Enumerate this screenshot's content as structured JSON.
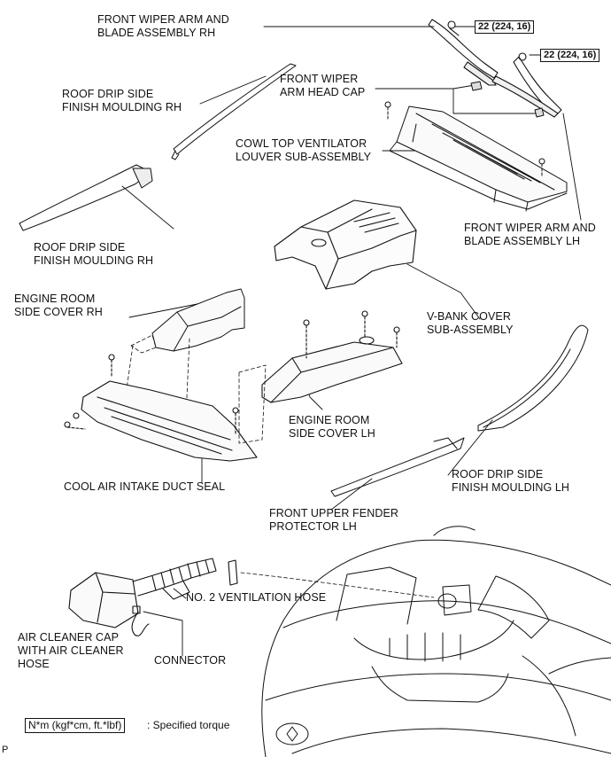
{
  "labels": {
    "wiper_rh": [
      "FRONT WIPER ARM AND",
      "BLADE ASSEMBLY RH"
    ],
    "roof_drip_rh_top": [
      "ROOF DRIP SIDE",
      "FINISH MOULDING RH"
    ],
    "wiper_cap": [
      "FRONT WIPER",
      "ARM HEAD CAP"
    ],
    "cowl_louver": [
      "COWL TOP VENTILATOR",
      "LOUVER SUB-ASSEMBLY"
    ],
    "wiper_lh": [
      "FRONT WIPER ARM AND",
      "BLADE ASSEMBLY LH"
    ],
    "roof_drip_rh_bottom": [
      "ROOF DRIP SIDE",
      "FINISH MOULDING RH"
    ],
    "engine_side_rh": [
      "ENGINE ROOM",
      "SIDE COVER RH"
    ],
    "vbank": [
      "V-BANK COVER",
      "SUB-ASSEMBLY"
    ],
    "engine_side_lh": [
      "ENGINE ROOM",
      "SIDE COVER LH"
    ],
    "cool_air": [
      "COOL AIR INTAKE DUCT SEAL"
    ],
    "roof_drip_lh": [
      "ROOF DRIP SIDE",
      "FINISH MOULDING LH"
    ],
    "fender_protector": [
      "FRONT UPPER FENDER",
      "PROTECTOR LH"
    ],
    "vent_hose": [
      "NO. 2 VENTILATION HOSE"
    ],
    "air_cleaner": [
      "AIR CLEANER CAP",
      "WITH AIR CLEANER",
      "HOSE"
    ],
    "connector": [
      "CONNECTOR"
    ]
  },
  "torque": {
    "value_1": "22 (224, 16)",
    "value_2": "22 (224, 16)"
  },
  "legend": {
    "unit_box": "N*m (kgf*cm, ft.*lbf)",
    "unit_text": ": Specified torque"
  },
  "corner_mark": "P"
}
